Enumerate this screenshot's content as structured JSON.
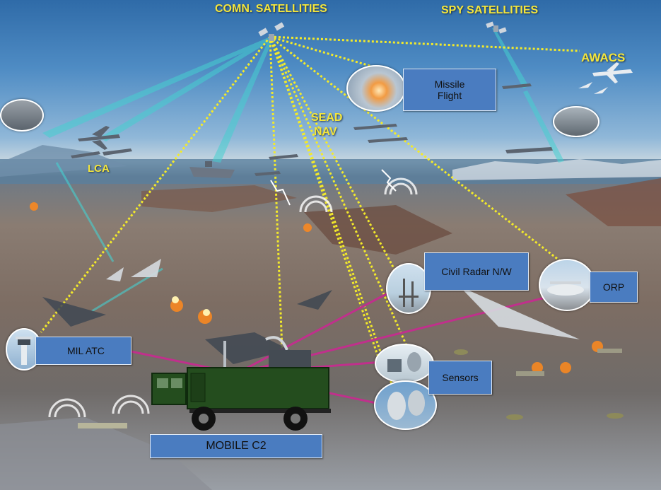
{
  "labels": {
    "comn_satellites": "COMN. SATELLITIES",
    "spy_satellites": "SPY SATELLITIES",
    "awacs": "AWACS",
    "sead_nav_line1": "SEAD",
    "sead_nav_line2": "NAV",
    "lca": "LCA"
  },
  "boxes": {
    "missile_flight_line1": "Missile",
    "missile_flight_line2": "Flight",
    "civil_radar": "Civil Radar N/W",
    "orp": "ORP",
    "mil_atc": "MIL ATC",
    "sensors": "Sensors",
    "mobile_c2": "MOBILE C2"
  },
  "colors": {
    "label_yellow": "#f4e63c",
    "box_blue": "#4a7cc0",
    "link_magenta": "#c0308c",
    "link_yellow_dotted": "#f3ea2a",
    "beam_cyan": "#46d0d0",
    "truck_green": "#244d1e"
  },
  "icons": [
    "satellite-icon",
    "aircraft-icon",
    "radar-icon",
    "control-tower-icon",
    "truck-icon",
    "explosion-icon",
    "ship-icon"
  ]
}
